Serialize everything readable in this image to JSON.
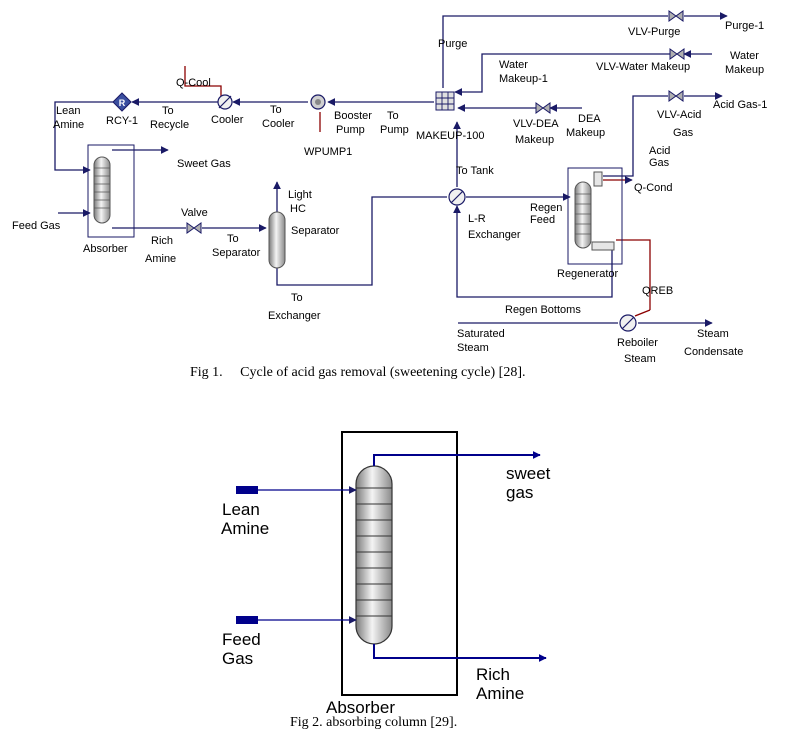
{
  "colors": {
    "stream": "#1a1a66",
    "energy": "#8b0000",
    "pipe": "#00008b",
    "vessel": "#c8c8c8",
    "recycle": "#3b4fa0"
  },
  "fig1": {
    "caption": "Fig 1.     Cycle of acid gas removal (sweetening cycle) [28].",
    "labels": {
      "lean_amine_1": "Lean",
      "lean_amine_2": "Amine",
      "rcy": "RCY-1",
      "recycle_1": "To",
      "recycle_2": "Recycle",
      "qcool": "Q-Cool",
      "cooler": "Cooler",
      "to_cooler_1": "To",
      "to_cooler_2": "Cooler",
      "booster_1": "Booster",
      "booster_2": "Pump",
      "wpump": "WPUMP1",
      "to_pump_1": "To",
      "to_pump_2": "Pump",
      "purge": "Purge",
      "makeup": "MAKEUP-100",
      "vlv_purge": "VLV-Purge",
      "purge1": "Purge-1",
      "water_makeup1_1": "Water",
      "water_makeup1_2": "Makeup-1",
      "vlv_water": "VLV-Water Makeup",
      "water_makeup_1": "Water",
      "water_makeup_2": "Makeup",
      "vlv_dea": "VLV-DEA",
      "dea_makeup_1": "DEA",
      "dea_makeup_2": "Makeup",
      "makeup_small": "Makeup",
      "vlv_acid": "VLV-Acid",
      "vlv_acid_2": "Gas",
      "acid_gas1": "Acid  Gas-1",
      "acid_gas_1": "Acid",
      "acid_gas_2": "Gas",
      "to_tank": "To Tank",
      "sweet_gas": "Sweet Gas",
      "light_hc_1": "Light",
      "light_hc_2": "HC",
      "feed_gas": "Feed Gas",
      "absorber": "Absorber",
      "valve": "Valve",
      "rich_amine_1": "Rich",
      "rich_amine_2": "Amine",
      "to_separator_1": "To",
      "to_separator_2": "Separator",
      "separator": "Separator",
      "to_exchanger_1": "To",
      "to_exchanger_2": "Exchanger",
      "lr_1": "L-R",
      "lr_2": "Exchanger",
      "regen_feed_1": "Regen",
      "regen_feed_2": "Feed",
      "qcond": "Q-Cond",
      "regenerator": "Regenerator",
      "qreb": "QREB",
      "regen_bottoms": "Regen Bottoms",
      "sat_steam_1": "Saturated",
      "sat_steam_2": "Steam",
      "reboiler_1": "Reboiler",
      "reboiler_2": "Steam",
      "steam_cond_1": "Steam",
      "steam_cond_2": "Condensate"
    }
  },
  "fig2": {
    "caption": "Fig 2. absorbing column [29].",
    "labels": {
      "lean_1": "Lean",
      "lean_2": "Amine",
      "feed_1": "Feed",
      "feed_2": "Gas",
      "sweet_1": "sweet",
      "sweet_2": "gas",
      "rich_1": "Rich",
      "rich_2": "Amine",
      "absorber": "Absorber"
    }
  }
}
